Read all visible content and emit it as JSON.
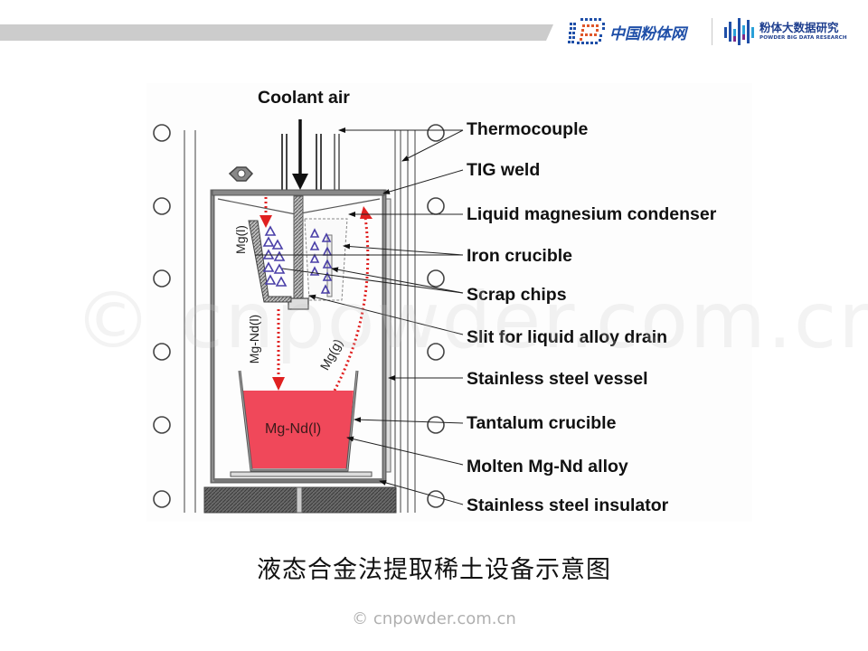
{
  "header": {
    "logo_cn_text": "中国粉体网",
    "logo_bd_cn": "粉体大数据研究",
    "logo_bd_en": "POWDER BIG DATA RESEARCH",
    "colors": {
      "brand_blue": "#1f4fa8",
      "brand_orange": "#e0572a",
      "bar_gray": "#cccccc"
    }
  },
  "diagram": {
    "top_label": "Coolant air",
    "inner_labels": {
      "mg_liquid": "Mg(l)",
      "mgnd_liquid_flow": "Mg-Nd(l)",
      "mg_gas": "Mg(g)",
      "melt": "Mg-Nd(l)"
    },
    "callouts": [
      "Thermocouple",
      "TIG weld",
      "Liquid magnesium condenser",
      "Iron crucible",
      "Scrap chips",
      "Slit for liquid alloy drain",
      "Stainless steel vessel",
      "Tantalum crucible",
      "Molten Mg-Nd alloy",
      "Stainless steel insulator"
    ],
    "colors": {
      "melt": "#f0485a",
      "flow_arrows": "#e02020",
      "chips": "#4a3fa8"
    }
  },
  "caption": "液态合金法提取稀土设备示意图",
  "watermark": "© cnpowder.com.cn",
  "footer": "© cnpowder.com.cn"
}
